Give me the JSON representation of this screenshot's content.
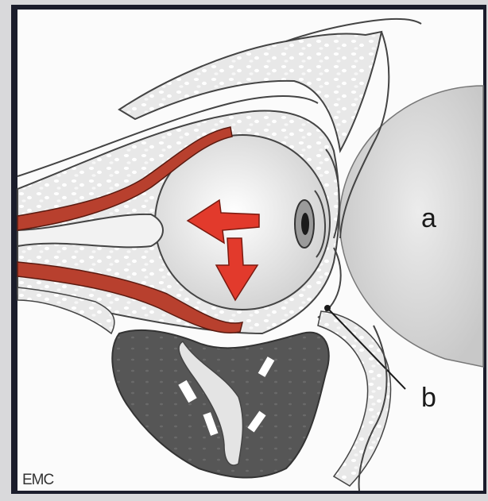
{
  "labels": {
    "a": "a",
    "b": "b"
  },
  "credit": "EMC",
  "colors": {
    "background_outer": "#d9d9db",
    "panel_border": "#1b1d2b",
    "panel_fill": "#fbfbfb",
    "bone_fill": "#e6e6e6",
    "muscle": "#b8402e",
    "arrow": "#e23a2c",
    "maxilla": "#5a5a5a",
    "dural_sac": "#d4d4d4"
  },
  "icons": {
    "arrow_left": "red-arrow-left-icon",
    "arrow_down": "red-arrow-down-icon"
  }
}
